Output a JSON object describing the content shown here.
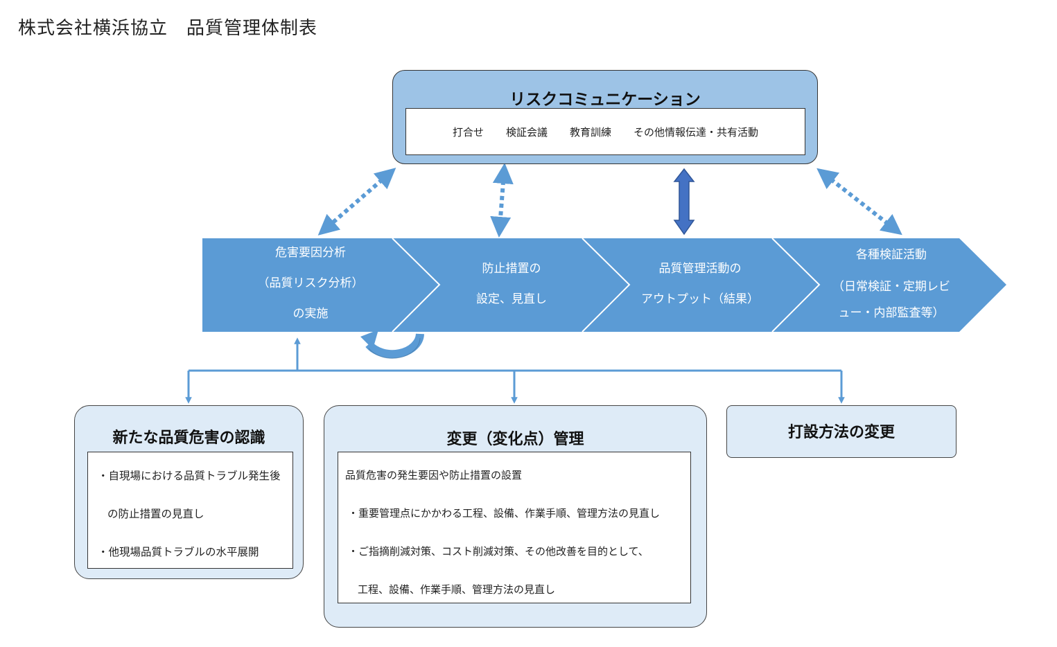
{
  "title": "株式会社横浜協立　品質管理体制表",
  "risk": {
    "title": "リスクコミュニケーション",
    "items": [
      "打合せ",
      "検証会議",
      "教育訓練",
      "その他情報伝達・共有活動"
    ]
  },
  "steps": [
    {
      "lines": [
        "危害要因分析",
        "（品質リスク分析）",
        "の実施"
      ]
    },
    {
      "lines": [
        "防止措置の",
        "設定、見直し"
      ]
    },
    {
      "lines": [
        "品質管理活動の",
        "アウトプット（結果）"
      ]
    },
    {
      "lines": [
        "各種検証活動",
        "（日常検証・定期レビ",
        "ュー・内部監査等）"
      ]
    }
  ],
  "boxes": {
    "recognition": {
      "title": "新たな品質危害の認識",
      "lines": [
        "・自現場における品質トラブル発生後",
        "の防止措置の見直し",
        "・他現場品質トラブルの水平展開"
      ]
    },
    "change": {
      "title": "変更（変化点）管理",
      "lines": [
        "品質危害の発生要因や防止措置の設置",
        "・重要管理点にかかわる工程、設備、作業手順、管理方法の見直し",
        "・ご指摘削減対策、コスト削減対策、その他改善を目的として、",
        "工程、設備、作業手順、管理方法の見直し"
      ]
    },
    "method": {
      "title": "打設方法の変更"
    }
  },
  "colors": {
    "chevron": "#5b9bd5",
    "risk_box": "#9dc3e6",
    "bottom_box": "#deebf7",
    "arrow_dark": "#4472c4"
  }
}
